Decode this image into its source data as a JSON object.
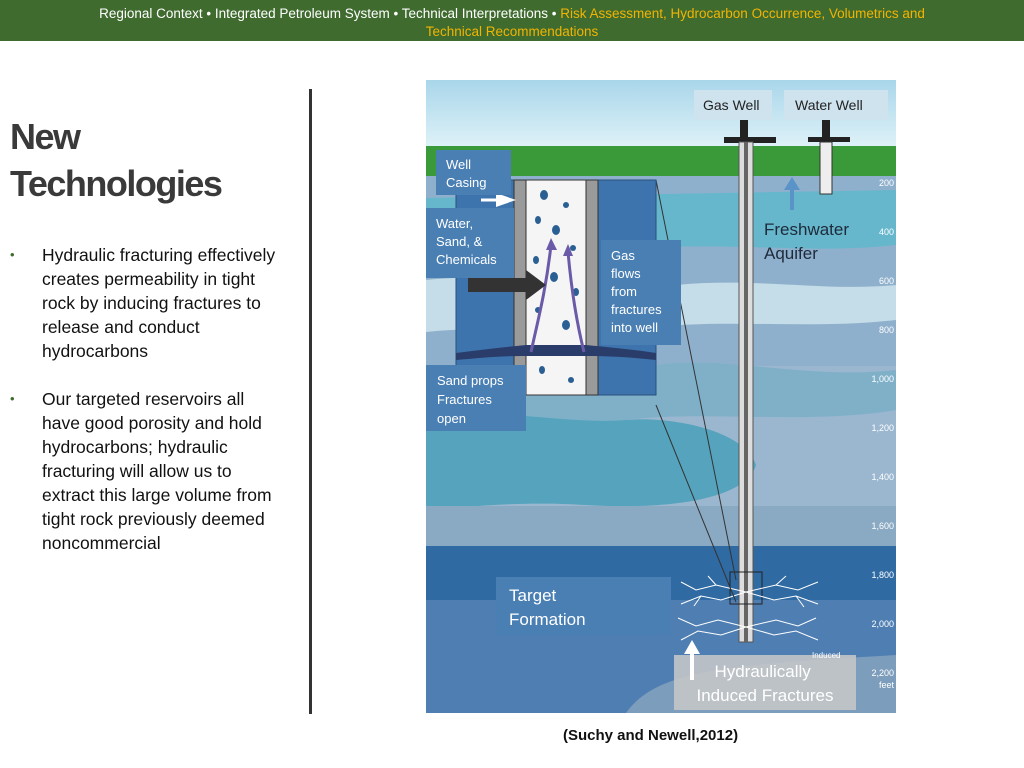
{
  "header": {
    "line1_plain": "Regional Context • Integrated Petroleum System • Technical Interpretations • ",
    "line1_highlight": "Risk Assessment,  Hydrocarbon Occurrence, Volumetrics and",
    "line2_highlight": "Technical Recommendations"
  },
  "title": {
    "line1": "New",
    "line2": "Technologies"
  },
  "bullets": [
    "Hydraulic fracturing effectively creates permeability in tight rock by inducing fractures to release and conduct hydrocarbons",
    "Our targeted reservoirs all have good porosity and hold hydrocarbons; hydraulic fracturing will allow us to extract this large volume from tight rock previously deemed noncommercial"
  ],
  "diagram": {
    "gas_well": "Gas Well",
    "water_well": "Water Well",
    "well_casing": [
      "Well",
      "Casing"
    ],
    "water_sand_chemicals": [
      "Water,",
      "Sand, &",
      "Chemicals"
    ],
    "gas_flows": [
      "Gas",
      "flows",
      "from",
      "fractures",
      "into well"
    ],
    "sand_props": [
      "Sand props",
      "Fractures",
      "open"
    ],
    "freshwater_aquifer": [
      "Freshwater",
      "Aquifer"
    ],
    "target_formation": [
      "Target",
      "Formation"
    ],
    "hydraulic_fractures": [
      "Hydraulically",
      "Induced Fractures"
    ],
    "depth_ticks": [
      "200",
      "400",
      "600",
      "800",
      "1,000",
      "1,200",
      "1,400",
      "1,600",
      "1,800",
      "2,000",
      "2,200"
    ],
    "depth_unit": "feet",
    "induced_label": "Induced"
  },
  "caption": "(Suchy and Newell,2012)",
  "colors": {
    "header_bg": "#3f6b2f",
    "header_highlight": "#f2b400",
    "label_box": "#4a7fb3",
    "sky": "#bfe3f1",
    "grass": "#3a9a3a"
  }
}
